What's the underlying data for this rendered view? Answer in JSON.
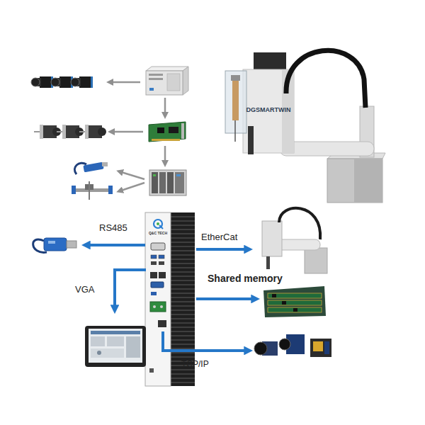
{
  "diagram": {
    "nodes": [
      {
        "text": [
          "DGSMARTWIN"
        ]
      },
      {
        "text": [
          "Q&C TECH"
        ]
      }
    ],
    "labels": [
      "RS485",
      "EtherCat",
      "Shared memory",
      "VGA",
      "TCP/IP"
    ]
  }
}
